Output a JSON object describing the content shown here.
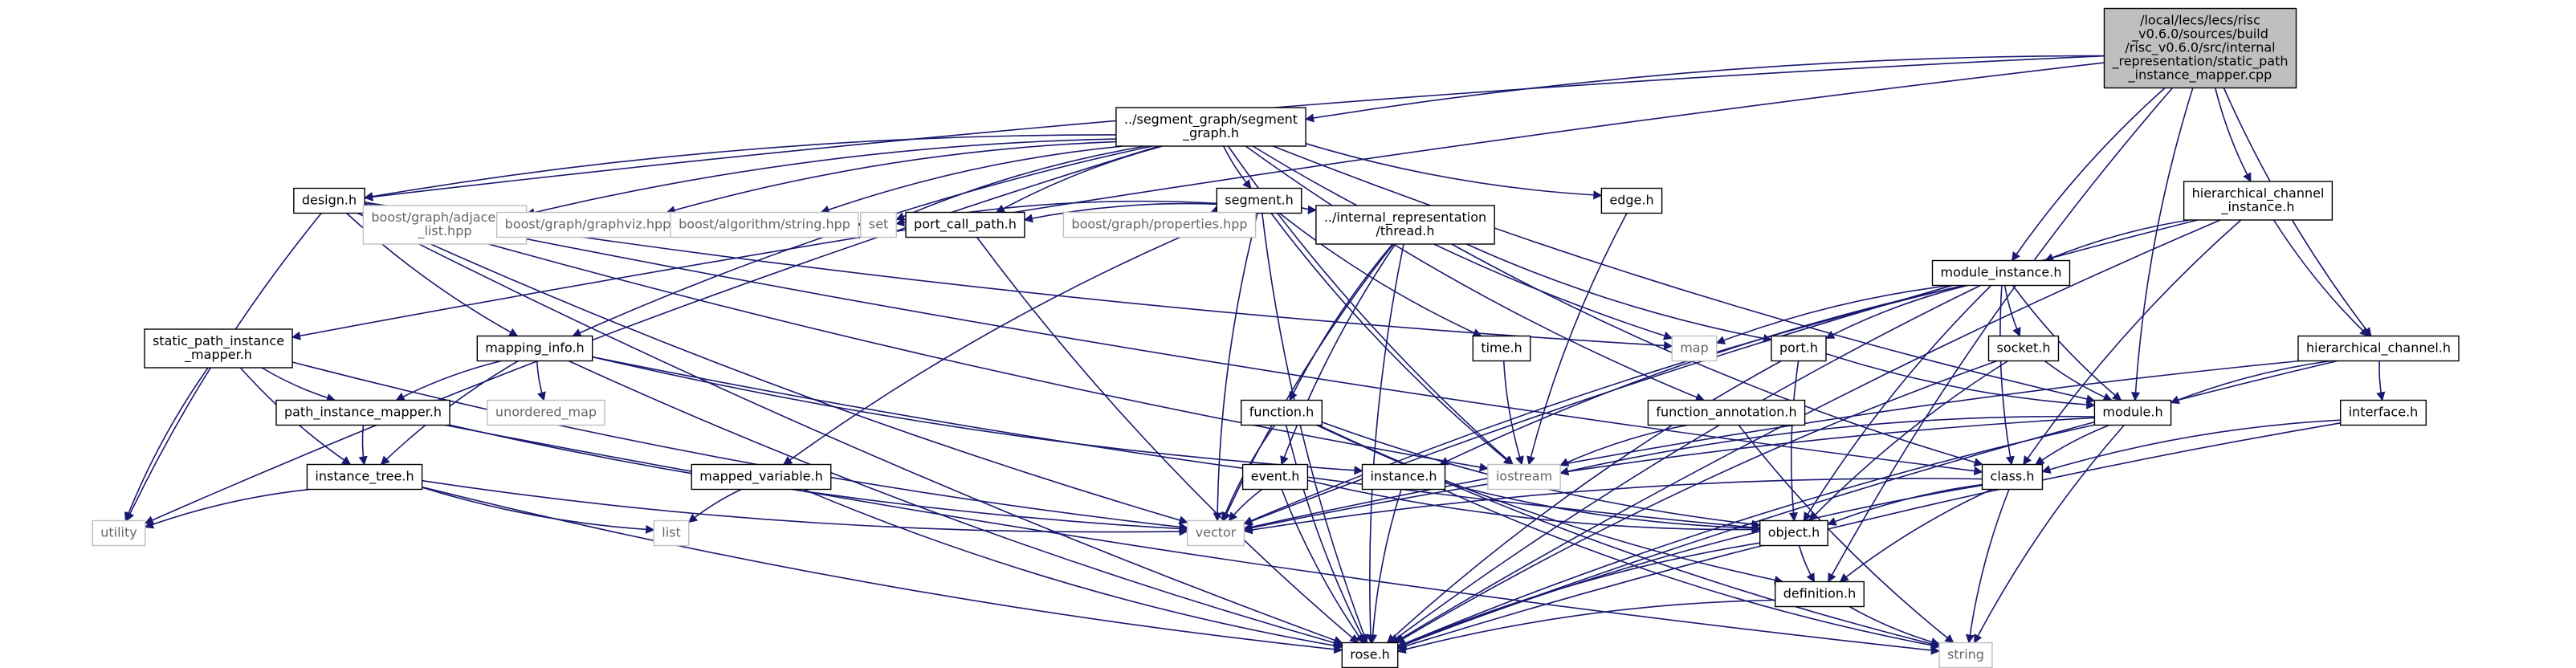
{
  "colors": {
    "edge": "#191970",
    "node_border": "#000000",
    "node_fill": "#ffffff",
    "root_fill": "#bfbfbf",
    "external_border": "#bfbfbf",
    "external_text": "#666666"
  },
  "nodes": [
    {
      "id": "root",
      "lines": [
        "/local/lecs/lecs/risc",
        "_v0.6.0/sources/build",
        "/risc_v0.6.0/src/internal",
        "_representation/static_path",
        "_instance_mapper.cpp"
      ],
      "kind": "root"
    },
    {
      "id": "segment_graph",
      "lines": [
        "../segment_graph/segment",
        "_graph.h"
      ],
      "kind": "local"
    },
    {
      "id": "hier_channel_instance",
      "lines": [
        "hierarchical_channel",
        "_instance.h"
      ],
      "kind": "local"
    },
    {
      "id": "design",
      "lines": [
        "design.h"
      ],
      "kind": "local"
    },
    {
      "id": "segment",
      "lines": [
        "segment.h"
      ],
      "kind": "local"
    },
    {
      "id": "edge",
      "lines": [
        "edge.h"
      ],
      "kind": "local"
    },
    {
      "id": "module_instance",
      "lines": [
        "module_instance.h"
      ],
      "kind": "local"
    },
    {
      "id": "adjacency_list",
      "lines": [
        "boost/graph/adjacency",
        "_list.hpp"
      ],
      "kind": "external"
    },
    {
      "id": "graphviz",
      "lines": [
        "boost/graph/graphviz.hpp"
      ],
      "kind": "external"
    },
    {
      "id": "algorithm_string",
      "lines": [
        "boost/algorithm/string.hpp"
      ],
      "kind": "external"
    },
    {
      "id": "set",
      "lines": [
        "set"
      ],
      "kind": "external"
    },
    {
      "id": "port_call_path",
      "lines": [
        "port_call_path.h"
      ],
      "kind": "local"
    },
    {
      "id": "graph_properties",
      "lines": [
        "boost/graph/properties.hpp"
      ],
      "kind": "external"
    },
    {
      "id": "thread",
      "lines": [
        "../internal_representation",
        "/thread.h"
      ],
      "kind": "local"
    },
    {
      "id": "static_path_instance_mapper",
      "lines": [
        "static_path_instance",
        "_mapper.h"
      ],
      "kind": "local"
    },
    {
      "id": "mapping_info",
      "lines": [
        "mapping_info.h"
      ],
      "kind": "local"
    },
    {
      "id": "time",
      "lines": [
        "time.h"
      ],
      "kind": "local"
    },
    {
      "id": "map",
      "lines": [
        "map"
      ],
      "kind": "external"
    },
    {
      "id": "port",
      "lines": [
        "port.h"
      ],
      "kind": "local"
    },
    {
      "id": "socket",
      "lines": [
        "socket.h"
      ],
      "kind": "local"
    },
    {
      "id": "hier_channel",
      "lines": [
        "hierarchical_channel.h"
      ],
      "kind": "local"
    },
    {
      "id": "unordered_map",
      "lines": [
        "unordered_map"
      ],
      "kind": "external"
    },
    {
      "id": "path_instance_mapper",
      "lines": [
        "path_instance_mapper.h"
      ],
      "kind": "local"
    },
    {
      "id": "function",
      "lines": [
        "function.h"
      ],
      "kind": "local"
    },
    {
      "id": "function_annotation",
      "lines": [
        "function_annotation.h"
      ],
      "kind": "local"
    },
    {
      "id": "module",
      "lines": [
        "module.h"
      ],
      "kind": "local"
    },
    {
      "id": "interface",
      "lines": [
        "interface.h"
      ],
      "kind": "local"
    },
    {
      "id": "iostream",
      "lines": [
        "iostream"
      ],
      "kind": "external"
    },
    {
      "id": "instance_tree",
      "lines": [
        "instance_tree.h"
      ],
      "kind": "local"
    },
    {
      "id": "mapped_variable",
      "lines": [
        "mapped_variable.h"
      ],
      "kind": "local"
    },
    {
      "id": "event",
      "lines": [
        "event.h"
      ],
      "kind": "local"
    },
    {
      "id": "instance",
      "lines": [
        "instance.h"
      ],
      "kind": "local"
    },
    {
      "id": "class",
      "lines": [
        "class.h"
      ],
      "kind": "local"
    },
    {
      "id": "utility",
      "lines": [
        "utility"
      ],
      "kind": "external"
    },
    {
      "id": "list",
      "lines": [
        "list"
      ],
      "kind": "external"
    },
    {
      "id": "vector",
      "lines": [
        "vector"
      ],
      "kind": "external"
    },
    {
      "id": "object",
      "lines": [
        "object.h"
      ],
      "kind": "local"
    },
    {
      "id": "definition",
      "lines": [
        "definition.h"
      ],
      "kind": "local"
    },
    {
      "id": "rose",
      "lines": [
        "rose.h"
      ],
      "kind": "local"
    },
    {
      "id": "string",
      "lines": [
        "string"
      ],
      "kind": "external"
    }
  ],
  "edges": [
    [
      "root",
      "segment_graph"
    ],
    [
      "root",
      "design"
    ],
    [
      "root",
      "static_path_instance_mapper"
    ],
    [
      "root",
      "module_instance"
    ],
    [
      "root",
      "module"
    ],
    [
      "root",
      "hier_channel_instance"
    ],
    [
      "root",
      "hier_channel"
    ],
    [
      "root",
      "definition"
    ],
    [
      "segment_graph",
      "design"
    ],
    [
      "segment_graph",
      "segment"
    ],
    [
      "segment_graph",
      "edge"
    ],
    [
      "segment_graph",
      "adjacency_list"
    ],
    [
      "segment_graph",
      "graphviz"
    ],
    [
      "segment_graph",
      "algorithm_string"
    ],
    [
      "segment_graph",
      "set"
    ],
    [
      "segment_graph",
      "port_call_path"
    ],
    [
      "segment_graph",
      "map"
    ],
    [
      "segment_graph",
      "iostream"
    ],
    [
      "segment_graph",
      "utility"
    ],
    [
      "segment_graph",
      "mapping_info"
    ],
    [
      "segment_graph",
      "module"
    ],
    [
      "segment_graph",
      "function_annotation"
    ],
    [
      "design",
      "adjacency_list"
    ],
    [
      "design",
      "graphviz"
    ],
    [
      "design",
      "algorithm_string"
    ],
    [
      "design",
      "set"
    ],
    [
      "design",
      "utility"
    ],
    [
      "design",
      "mapping_info"
    ],
    [
      "design",
      "map"
    ],
    [
      "design",
      "vector"
    ],
    [
      "design",
      "rose"
    ],
    [
      "design",
      "iostream"
    ],
    [
      "design",
      "class"
    ],
    [
      "segment",
      "set"
    ],
    [
      "segment",
      "port_call_path"
    ],
    [
      "segment",
      "graph_properties"
    ],
    [
      "segment",
      "thread"
    ],
    [
      "segment",
      "time"
    ],
    [
      "segment",
      "mapped_variable"
    ],
    [
      "segment",
      "iostream"
    ],
    [
      "segment",
      "vector"
    ],
    [
      "segment",
      "rose"
    ],
    [
      "edge",
      "iostream"
    ],
    [
      "thread",
      "port"
    ],
    [
      "thread",
      "function"
    ],
    [
      "thread",
      "event"
    ],
    [
      "thread",
      "class"
    ],
    [
      "thread",
      "vector"
    ],
    [
      "thread",
      "rose"
    ],
    [
      "port_call_path",
      "rose"
    ],
    [
      "time",
      "iostream"
    ],
    [
      "static_path_instance_mapper",
      "path_instance_mapper"
    ],
    [
      "static_path_instance_mapper",
      "instance_tree"
    ],
    [
      "static_path_instance_mapper",
      "utility"
    ],
    [
      "static_path_instance_mapper",
      "vector"
    ],
    [
      "mapping_info",
      "path_instance_mapper"
    ],
    [
      "mapping_info",
      "unordered_map"
    ],
    [
      "mapping_info",
      "instance_tree"
    ],
    [
      "mapping_info",
      "instance"
    ],
    [
      "mapping_info",
      "object"
    ],
    [
      "mapping_info",
      "rose"
    ],
    [
      "path_instance_mapper",
      "instance_tree"
    ],
    [
      "path_instance_mapper",
      "vector"
    ],
    [
      "path_instance_mapper",
      "string"
    ],
    [
      "instance_tree",
      "utility"
    ],
    [
      "instance_tree",
      "list"
    ],
    [
      "instance_tree",
      "vector"
    ],
    [
      "instance_tree",
      "rose"
    ],
    [
      "mapped_variable",
      "list"
    ],
    [
      "mapped_variable",
      "rose"
    ],
    [
      "function",
      "vector"
    ],
    [
      "function",
      "rose"
    ],
    [
      "function",
      "object"
    ],
    [
      "function",
      "string"
    ],
    [
      "function",
      "definition"
    ],
    [
      "event",
      "vector"
    ],
    [
      "event",
      "rose"
    ],
    [
      "event",
      "object"
    ],
    [
      "instance",
      "object"
    ],
    [
      "instance",
      "rose"
    ],
    [
      "instance",
      "string"
    ],
    [
      "module_instance",
      "map"
    ],
    [
      "module_instance",
      "port"
    ],
    [
      "module_instance",
      "socket"
    ],
    [
      "module_instance",
      "module"
    ],
    [
      "module_instance",
      "class"
    ],
    [
      "module_instance",
      "object"
    ],
    [
      "module_instance",
      "rose"
    ],
    [
      "module_instance",
      "vector"
    ],
    [
      "module_instance",
      "instance"
    ],
    [
      "hier_channel_instance",
      "module_instance"
    ],
    [
      "hier_channel_instance",
      "hier_channel"
    ],
    [
      "hier_channel_instance",
      "class"
    ],
    [
      "hier_channel_instance",
      "vector"
    ],
    [
      "hier_channel_instance",
      "rose"
    ],
    [
      "port",
      "module"
    ],
    [
      "port",
      "object"
    ],
    [
      "port",
      "rose"
    ],
    [
      "socket",
      "module"
    ],
    [
      "socket",
      "object"
    ],
    [
      "socket",
      "rose"
    ],
    [
      "hier_channel",
      "module"
    ],
    [
      "hier_channel",
      "interface"
    ],
    [
      "hier_channel",
      "vector"
    ],
    [
      "hier_channel",
      "rose"
    ],
    [
      "function_annotation",
      "iostream"
    ],
    [
      "function_annotation",
      "string"
    ],
    [
      "module",
      "class"
    ],
    [
      "module",
      "iostream"
    ],
    [
      "module",
      "vector"
    ],
    [
      "module",
      "rose"
    ],
    [
      "module",
      "string"
    ],
    [
      "interface",
      "class"
    ],
    [
      "interface",
      "rose"
    ],
    [
      "class",
      "object"
    ],
    [
      "class",
      "definition"
    ],
    [
      "class",
      "vector"
    ],
    [
      "class",
      "rose"
    ],
    [
      "class",
      "string"
    ],
    [
      "object",
      "definition"
    ],
    [
      "object",
      "rose"
    ],
    [
      "definition",
      "rose"
    ],
    [
      "definition",
      "string"
    ]
  ]
}
